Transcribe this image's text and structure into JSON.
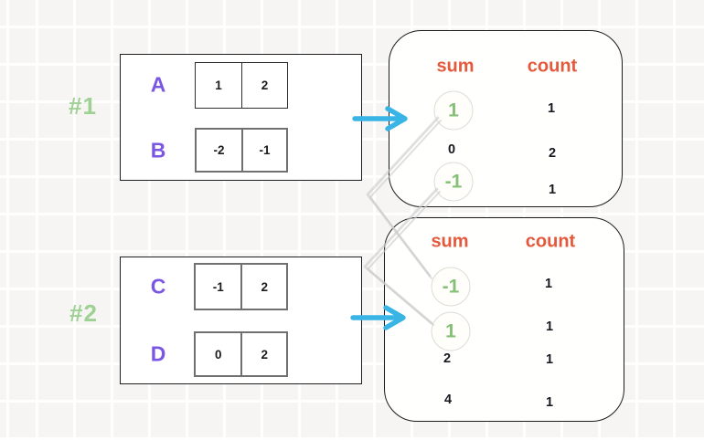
{
  "groups": [
    {
      "label": "#1",
      "rows": [
        {
          "name": "A",
          "cells": [
            "1",
            "2"
          ]
        },
        {
          "name": "B",
          "cells": [
            "-2",
            "-1"
          ]
        }
      ]
    },
    {
      "label": "#2",
      "rows": [
        {
          "name": "C",
          "cells": [
            "-1",
            "2"
          ]
        },
        {
          "name": "D",
          "cells": [
            "0",
            "2"
          ]
        }
      ]
    }
  ],
  "result_tables": [
    {
      "sum_header": "sum",
      "count_header": "count",
      "rows": [
        {
          "sum": "1",
          "count": "1",
          "highlighted": true
        },
        {
          "sum": "0",
          "count": "2",
          "highlighted": false
        },
        {
          "sum": "-1",
          "count": "1",
          "highlighted": true
        }
      ]
    },
    {
      "sum_header": "sum",
      "count_header": "count",
      "rows": [
        {
          "sum": "-1",
          "count": "1",
          "highlighted": true
        },
        {
          "sum": "1",
          "count": "1",
          "highlighted": true
        },
        {
          "sum": "2",
          "count": "1",
          "highlighted": false
        },
        {
          "sum": "4",
          "count": "1",
          "highlighted": false
        }
      ]
    }
  ],
  "connections": [
    {
      "from": "table1-sum-1",
      "to": "table2-sum--1"
    },
    {
      "from": "table1-sum--1",
      "to": "table2-sum-1"
    }
  ],
  "colors": {
    "group_label_green": "#9ed193",
    "row_label_purple": "#7a57e3",
    "header_orange": "#e4593c",
    "highlight_green": "#84c176",
    "arrow_cyan": "#38b4e5",
    "connector_gray": "#cccccc",
    "text_black": "#1c1c1c"
  }
}
